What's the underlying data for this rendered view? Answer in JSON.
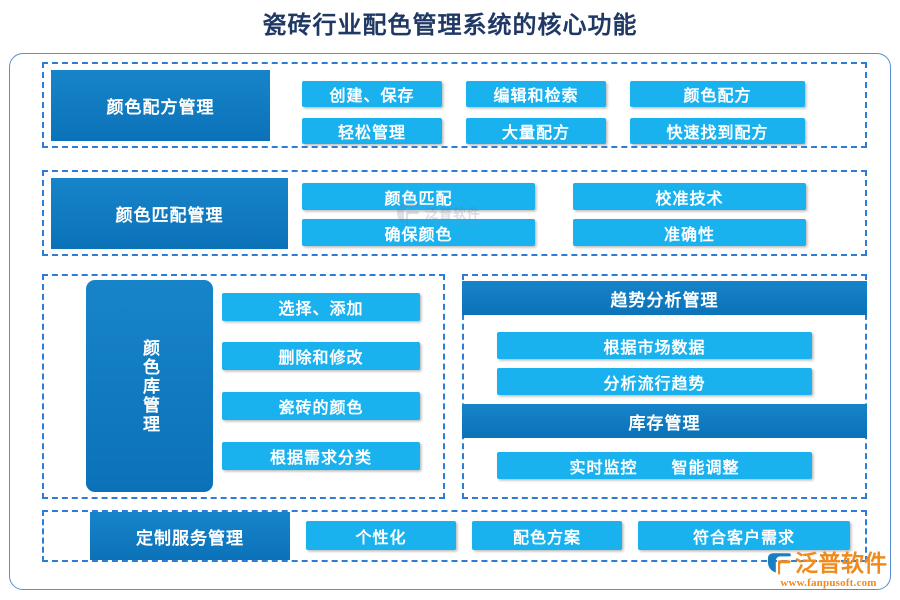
{
  "title": "瓷砖行业配色管理系统的核心功能",
  "colors": {
    "title": "#1F3864",
    "dark_blue": "#0F7DC2",
    "light_blue": "#19B2EF",
    "frame_border": "#5B8FD4",
    "section_border": "#2E7CD6",
    "logo_orange": "#F08A1C"
  },
  "sections": [
    {
      "name": "color-recipe-management",
      "header": "颜色配方管理",
      "rows": [
        [
          "创建、保存",
          "编辑和检索",
          "颜色配方"
        ],
        [
          "轻松管理",
          "大量配方",
          "快速找到配方"
        ]
      ]
    },
    {
      "name": "color-matching-management",
      "header": "颜色匹配管理",
      "rows": [
        [
          "颜色匹配",
          "校准技术"
        ],
        [
          "确保颜色",
          "准确性"
        ]
      ]
    },
    {
      "name": "color-library-management",
      "header": "颜色库管理",
      "items": [
        "选择、添加",
        "删除和修改",
        "瓷砖的颜色",
        "根据需求分类"
      ]
    },
    {
      "name": "trend-and-inventory",
      "groups": [
        {
          "header": "趋势分析管理",
          "items": [
            "根据市场数据",
            "分析流行趋势"
          ]
        },
        {
          "header": "库存管理",
          "items": [
            "实时监控　　智能调整"
          ]
        }
      ]
    },
    {
      "name": "custom-service-management",
      "header": "定制服务管理",
      "items": [
        "个性化",
        "配色方案",
        "符合客户需求"
      ]
    }
  ],
  "watermark": {
    "text": "泛普软件",
    "sub": "FANPU SOFTWARE"
  },
  "logo": {
    "text": "泛普软件",
    "url": "www.fanpusoft.com"
  }
}
